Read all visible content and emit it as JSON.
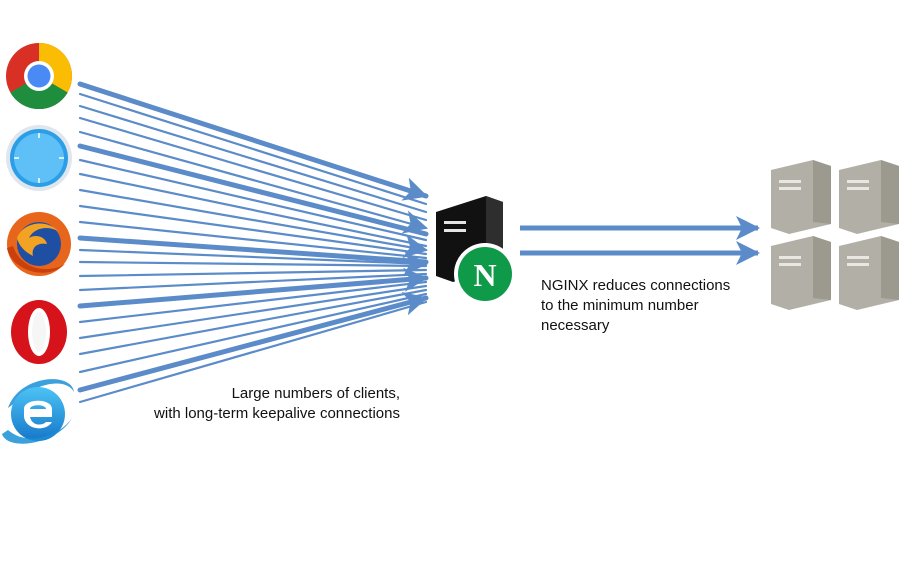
{
  "nginx_badge_letter": "N",
  "captions": {
    "clients": [
      "Large numbers of clients,",
      "with long-term keepalive connections"
    ],
    "nginx": [
      "NGINX reduces connections",
      "to the minimum number",
      "necessary"
    ]
  },
  "icons": {
    "browsers": [
      "chrome-icon",
      "safari-icon",
      "firefox-icon",
      "opera-icon",
      "internet-explorer-icon"
    ],
    "proxy": "proxy-server-icon",
    "badge": "nginx-logo-icon",
    "backend": "backend-server-icon"
  },
  "colors": {
    "connection_line": "#5b8cc9",
    "proxy_server": "#111111",
    "nginx_green": "#0f9a4a",
    "backend_server": "#b2afa6"
  }
}
